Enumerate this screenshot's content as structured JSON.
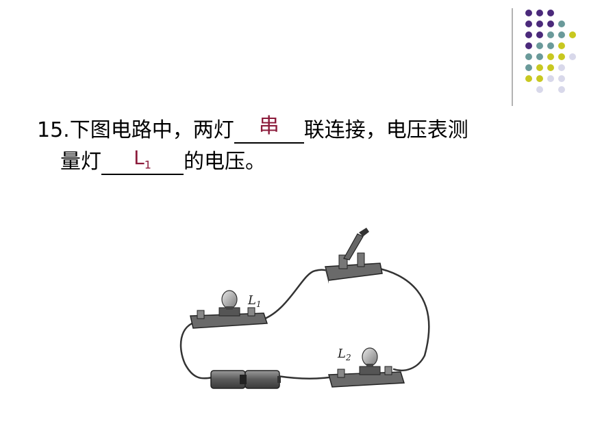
{
  "question": {
    "number": "15.",
    "text_before_blank1": "下图电路中，两灯",
    "text_after_blank1": "联连接，电压表测",
    "text_line2_before": "量灯",
    "text_line2_after": "的电压。",
    "answer1": "串",
    "answer2_base": "L",
    "answer2_sub": "1"
  },
  "figure": {
    "label_L1": "L",
    "label_L1_sub": "1",
    "label_L2": "L",
    "label_L2_sub": "2"
  },
  "colors": {
    "purple": "#4b2a7b",
    "teal": "#6a9a9a",
    "yellow": "#c8c820",
    "lavender": "#d8d8ea",
    "answer": "#8b1a3a"
  }
}
